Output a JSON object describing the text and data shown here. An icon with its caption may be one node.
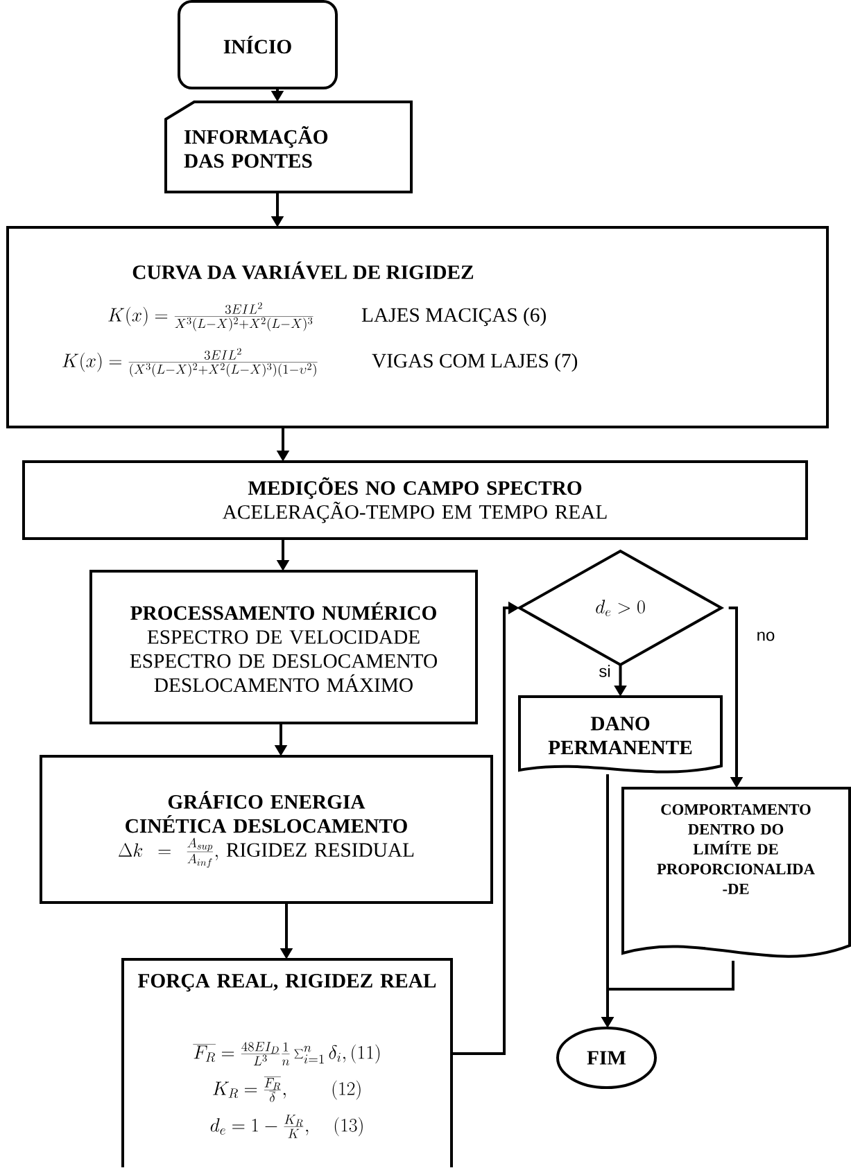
{
  "diagram": {
    "nodes": [
      {
        "text": [
          "INÍCIO"
        ]
      },
      {
        "text": [
          "INFORMAÇÃO DAS PONTES"
        ]
      },
      {
        "text": [
          "CURVA DA VARIÁVEL DE RIGIDEZ",
          "K(x) = \\frac{3EIL^2}{X^3(L-X)^2+X^2(L-X)^3}",
          "LAJES MACIÇAS (6)",
          "K(x) = \\frac{3EIL^2}{(X^3(L-X)^2+X^2(L-X)^3)(1-\\upsilon^2)}",
          "VIGAS COM LAJES (7)"
        ]
      },
      {
        "text": [
          "MEDIÇÕES NO CAMPO SPECTRO",
          "ACELERAÇÃO-TEMPO EM TEMPO REAL"
        ]
      },
      {
        "text": [
          "PROCESSAMENTO NUMÉRICO",
          "ESPECTRO DE VELOCIDADE",
          "ESPECTRO DE DESLOCAMENTO",
          "DESLOCAMENTO MÁXIMO"
        ]
      },
      {
        "text": [
          "GRÁFICO ENERGIA CINÉTICA DESLOCAMENTO",
          "\\Delta k = \\frac{A_{sup}}{A_{inf}},",
          "RIGIDEZ RESIDUAL"
        ]
      },
      {
        "text": [
          "FORÇA REAL, RIGIDEZ REAL",
          "\\overline{F_R} = \\frac{48EI_D}{L^3}\\frac{1}{n}\\sum_{i=1}^{n}\\delta_i, (11)",
          "K_R = \\frac{\\overline{F_R}}{\\overline{\\delta}}, \\qquad (12)",
          "d_e = 1 - \\frac{K_R}{K}, \\quad (13)"
        ]
      },
      {
        "text": [
          "d_e > 0"
        ]
      },
      {
        "text": [
          "DANO PERMANENTE"
        ]
      },
      {
        "text": [
          "COMPORTAMENTO DENTRO DO LIMÍTE DE PROPORCIONALIDA -DE"
        ]
      },
      {
        "text": [
          "FIM"
        ]
      }
    ],
    "edges": [
      {
        "from": 0,
        "to": 1,
        "arrow": "to"
      },
      {
        "from": 1,
        "to": 2,
        "arrow": "to"
      },
      {
        "from": 2,
        "to": 3,
        "arrow": "to"
      },
      {
        "from": 3,
        "to": 4,
        "arrow": "to"
      },
      {
        "from": 4,
        "to": 5,
        "arrow": "to"
      },
      {
        "from": 5,
        "to": 6,
        "arrow": "to"
      },
      {
        "from": 6,
        "to": 7,
        "arrow": "to"
      },
      {
        "from": 7,
        "to": 8,
        "arrow": "to",
        "label": "si"
      },
      {
        "from": 7,
        "to": 9,
        "arrow": "to",
        "label": "no"
      },
      {
        "from": 8,
        "to": 10,
        "arrow": "to"
      },
      {
        "from": 9,
        "to": 10,
        "arrow": "to"
      }
    ]
  }
}
